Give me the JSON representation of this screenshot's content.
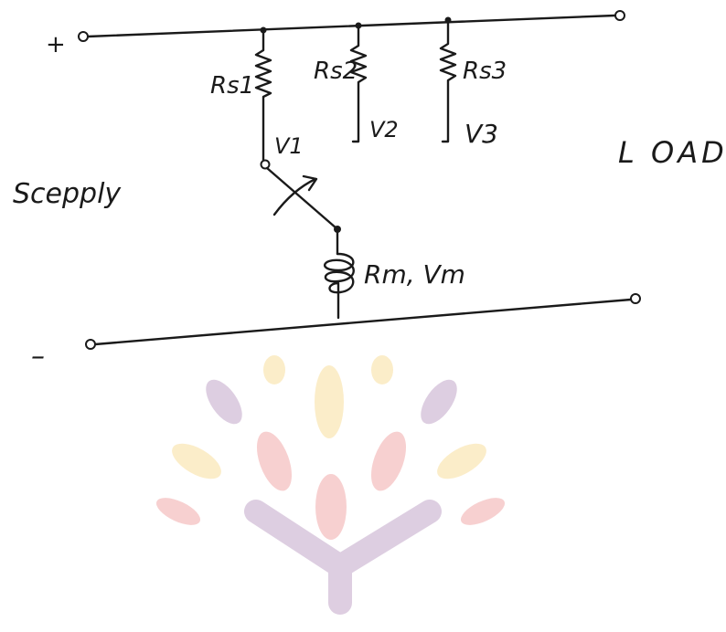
{
  "labels": {
    "plus": "+",
    "minus": "–",
    "supply": "Scepply",
    "load": "L OAD",
    "rs1": "Rs1",
    "rs2": "Rs2",
    "rs3": "Rs3",
    "v1": "V1",
    "v2": "V2",
    "v3": "V3",
    "meter": "Rm, Vm"
  },
  "watermark_colors": {
    "purple": "#d8c6dc",
    "yellow": "#fbeac0",
    "pink": "#f6c8c8"
  }
}
